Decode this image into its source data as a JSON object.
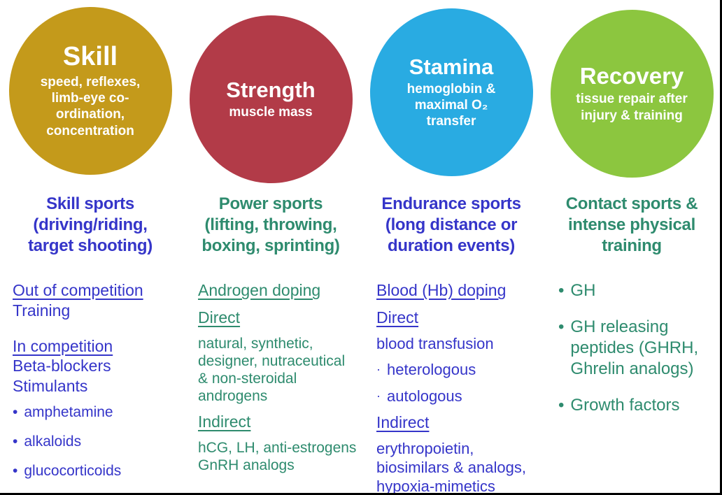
{
  "diagram": {
    "bullet_char": "•",
    "small_bullet_char": "·",
    "colors": {
      "skill_circle": "#C49A1B",
      "strength_circle": "#B23B48",
      "stamina_circle": "#29ABE2",
      "recovery_circle": "#8CC63F",
      "blue_text": "#3535C9",
      "green_text": "#2E8B6E",
      "border": "#000000"
    },
    "columns": [
      {
        "id": "skill",
        "circle": {
          "title": "Skill",
          "subtitle": "speed, reflexes,\nlimb-eye co-\nordination,\nconcentration"
        },
        "header": "Skill sports\n(driving/riding,\ntarget shooting)",
        "items": {
          "out_of_competition": "Out of competition",
          "training": "Training",
          "in_competition": "In competition",
          "beta_blockers": "Beta-blockers",
          "stimulants": "Stimulants",
          "bullet1": "amphetamine",
          "bullet2": "alkaloids",
          "bullet3": "glucocorticoids"
        }
      },
      {
        "id": "strength",
        "circle": {
          "title": "Strength",
          "subtitle": "muscle mass"
        },
        "header": "Power sports\n(lifting, throwing,\nboxing, sprinting)",
        "items": {
          "androgen_doping": "Androgen doping",
          "direct": "Direct",
          "direct_body": "natural, synthetic,\ndesigner, nutraceutical\n& non-steroidal\nandrogens",
          "indirect": "Indirect",
          "indirect_body": "hCG, LH, anti-estrogens\nGnRH analogs"
        }
      },
      {
        "id": "stamina",
        "circle": {
          "title": "Stamina",
          "subtitle": "hemoglobin &\nmaximal O₂\ntransfer"
        },
        "header": "Endurance sports\n(long distance or\nduration events)",
        "items": {
          "blood_doping": "Blood (Hb) doping",
          "direct": "Direct",
          "direct_body": "blood transfusion",
          "small_bullet1": "heterologous",
          "small_bullet2": "autologous",
          "indirect": "Indirect",
          "indirect_body": "erythropoietin,\nbiosimilars & analogs,\nhypoxia-mimetics"
        }
      },
      {
        "id": "recovery",
        "circle": {
          "title": "Recovery",
          "subtitle": "tissue repair after\ninjury & training"
        },
        "header": "Contact sports &\nintense physical\ntraining",
        "items": {
          "bullet1": "GH",
          "bullet2": "GH releasing\npeptides (GHRH,\nGhrelin analogs)",
          "bullet3": "Growth factors"
        }
      }
    ]
  }
}
